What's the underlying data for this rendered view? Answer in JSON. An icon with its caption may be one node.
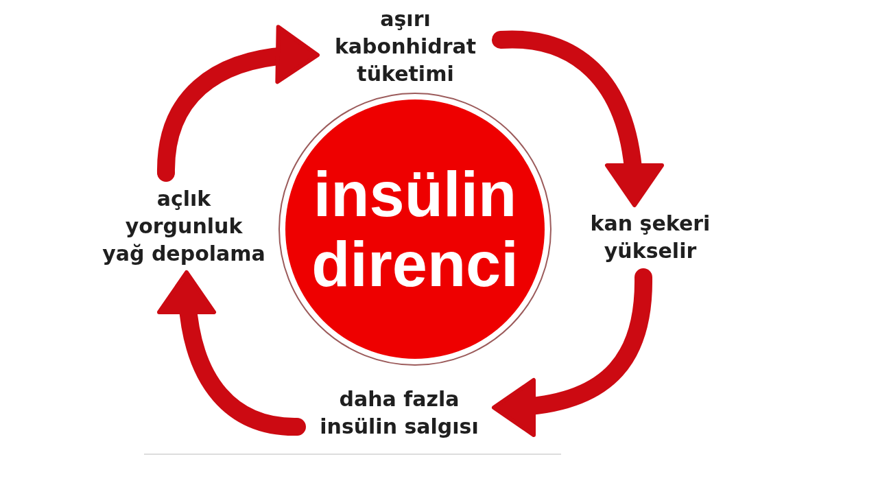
{
  "diagram": {
    "nodes": [
      {
        "text": [
          "insülin direnci"
        ]
      },
      {
        "text": [
          "aşırı kabonhidrat tüketimi"
        ]
      },
      {
        "text": [
          "kan şekeri yükselir"
        ]
      },
      {
        "text": [
          "daha fazla insülin salgısı"
        ]
      },
      {
        "text": [
          "açlık",
          "yorgunluk",
          "yağ depolama"
        ]
      }
    ],
    "edges": [
      {
        "from": 1,
        "to": 2,
        "arrow": "to"
      },
      {
        "from": 2,
        "to": 3,
        "arrow": "to"
      },
      {
        "from": 3,
        "to": 4,
        "arrow": "to"
      },
      {
        "from": 4,
        "to": 1,
        "arrow": "to"
      }
    ]
  }
}
